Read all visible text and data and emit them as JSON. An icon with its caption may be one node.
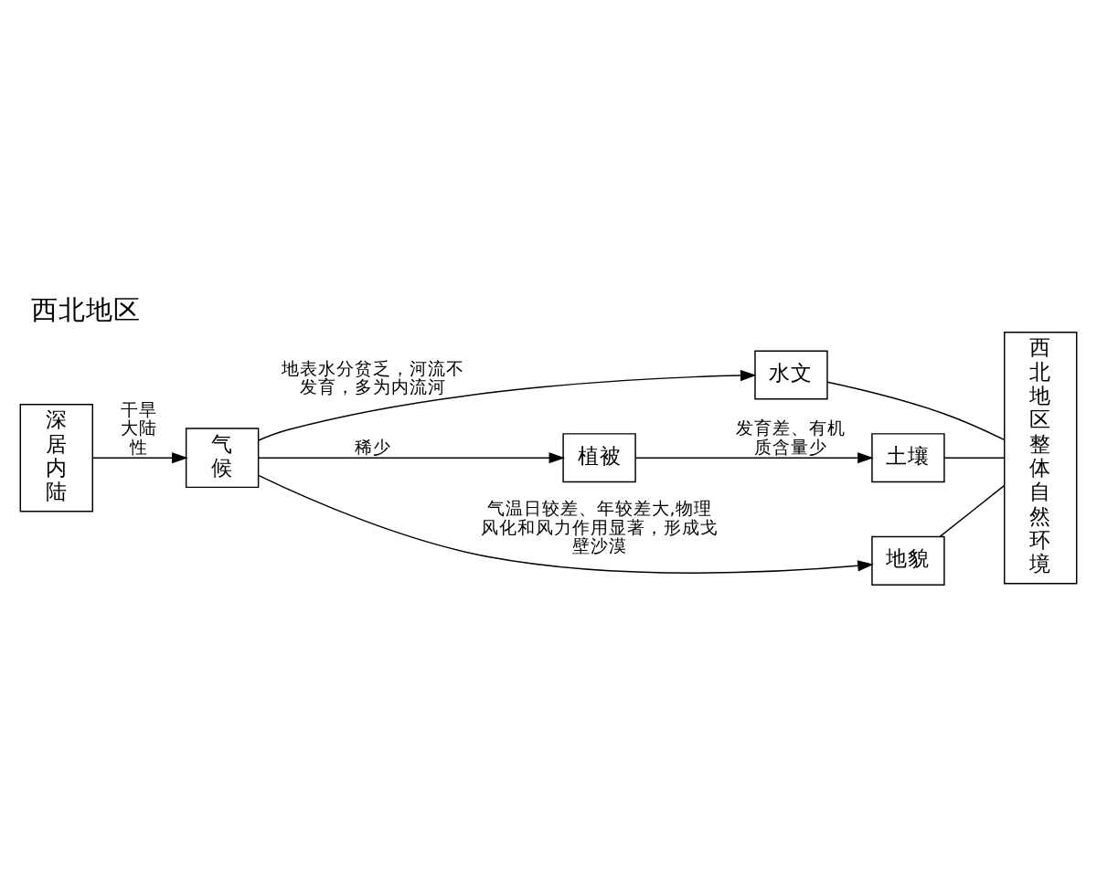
{
  "diagram": {
    "title": "西北地区",
    "nodes": [
      {
        "text": [
          "深居内陆"
        ]
      },
      {
        "text": [
          "气候"
        ]
      },
      {
        "text": [
          "水文"
        ]
      },
      {
        "text": [
          "植被"
        ]
      },
      {
        "text": [
          "土壤"
        ]
      },
      {
        "text": [
          "地貌"
        ]
      },
      {
        "text": [
          "西北地区整体自然环境"
        ]
      }
    ],
    "edges": [
      {
        "from": 0,
        "to": 1,
        "arrow": "to",
        "label": "干旱大陆性"
      },
      {
        "from": 1,
        "to": 2,
        "arrow": "to",
        "label": "地表水分贫乏，河流不发育，多为内流河"
      },
      {
        "from": 1,
        "to": 3,
        "arrow": "to",
        "label": "稀少"
      },
      {
        "from": 3,
        "to": 4,
        "arrow": "to",
        "label": "发育差、有机质含量少"
      },
      {
        "from": 1,
        "to": 5,
        "arrow": "to",
        "label": "气温日较差、年较差大,物理风化和风力作用显著，形成戈壁沙漠"
      },
      {
        "from": 2,
        "to": 6,
        "arrow": "none"
      },
      {
        "from": 4,
        "to": 6,
        "arrow": "none"
      },
      {
        "from": 5,
        "to": 6,
        "arrow": "none"
      }
    ]
  }
}
